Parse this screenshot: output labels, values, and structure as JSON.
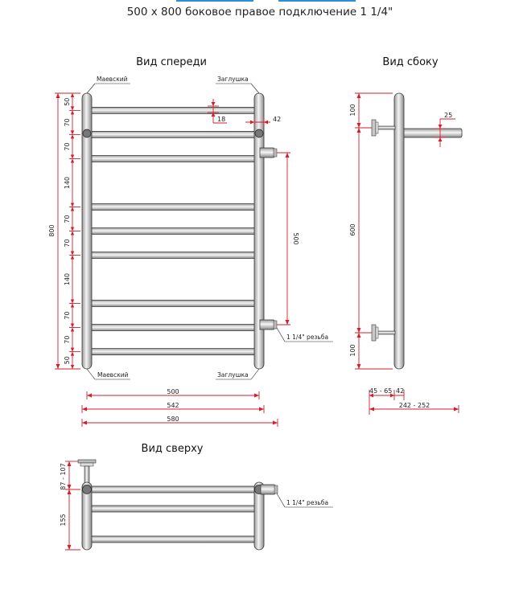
{
  "header": {
    "title": "500 х 800 боковое правое подключение 1 1/4\""
  },
  "colors": {
    "dimension": "#d21f2b",
    "accent_bar": "#2a8fd6",
    "pipe_light": "#f2f2f2",
    "pipe_dark": "#8c8c8c",
    "outline": "#333333"
  },
  "front": {
    "title": "Вид спереди",
    "label_top_left": "Маевский",
    "label_top_right": "Заглушка",
    "label_bottom_left": "Маевский",
    "label_bottom_right": "Заглушка",
    "label_thread": "1 1/4\" резьба",
    "dims_left": [
      "50",
      "70",
      "70",
      "140",
      "70",
      "70",
      "140",
      "70",
      "70",
      "50"
    ],
    "dim_total_height": "800",
    "dim_connection": "500",
    "dim_rung": "18",
    "dim_pipe": "42",
    "dim_width_500": "500",
    "dim_width_542": "542",
    "dim_width_580": "580"
  },
  "side": {
    "title": "Вид сбоку",
    "dim_top": "100",
    "dim_middle": "600",
    "dim_bottom": "100",
    "dim_pipe": "25",
    "dim_offset": "45 - 65",
    "dim_pipe_42": "42",
    "dim_depth": "242 - 252"
  },
  "top": {
    "title": "Вид сверху",
    "dim_upper": "87 - 107",
    "dim_lower": "155",
    "label_thread": "1 1/4\" резьба"
  }
}
